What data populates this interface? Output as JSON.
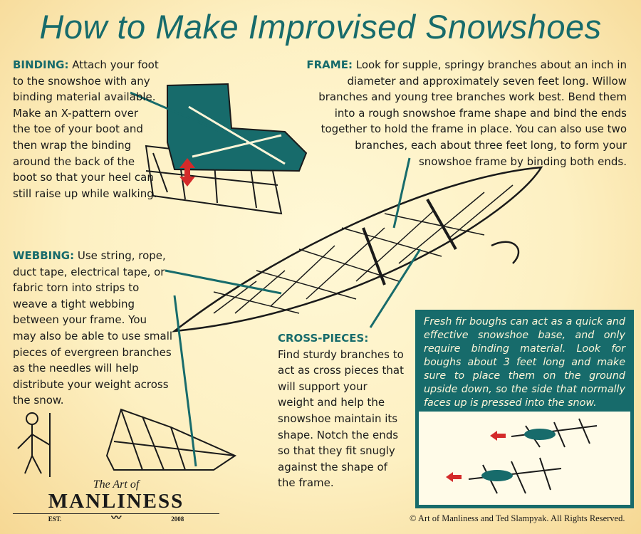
{
  "title": "How to Make Improvised Snowshoes",
  "colors": {
    "accent": "#176b6b",
    "arrow": "#d42a2a",
    "background": "#fdf0c2"
  },
  "binding": {
    "heading": "BINDING:",
    "text": " Attach your foot to the snowshoe with any binding material available. Make an X-pattern over the toe of your boot and then wrap the binding around the back of the boot so that your heel can still raise up while walking."
  },
  "frame": {
    "heading": "FRAME:",
    "text": " Look for supple, springy branches about an inch in diameter and approximately seven feet long. Willow branches and young tree branches work best. Bend them into a rough snowshoe frame shape and bind the ends together to hold the frame in place. You can also use two branches, each about three feet long, to form your snowshoe frame by binding both ends."
  },
  "webbing": {
    "heading": "WEBBING:",
    "text": " Use string, rope, duct tape, electrical tape, or fabric torn into strips to weave a tight webbing between your frame. You may also be able to use small pieces of evergreen branches as the needles will help distribute your weight across the snow."
  },
  "cross_pieces": {
    "heading": "CROSS-PIECES:",
    "text": "Find sturdy branches to act as cross pieces that will support your weight and help the snowshoe maintain its shape. Notch the ends so that they fit snugly against the shape of the frame."
  },
  "fir_tip": "Fresh fir boughs can act as a quick and effective snowshoe base, and only require binding material. Look for boughs about 3 feet long and make sure to place them on the ground upside down, so the side that normally faces up is pressed into the snow.",
  "logo": {
    "the": "The Art of",
    "main": "MANLINESS",
    "est": "EST.",
    "year": "2008"
  },
  "copyright": "© Art of Manliness and Ted Slampyak. All Rights Reserved."
}
